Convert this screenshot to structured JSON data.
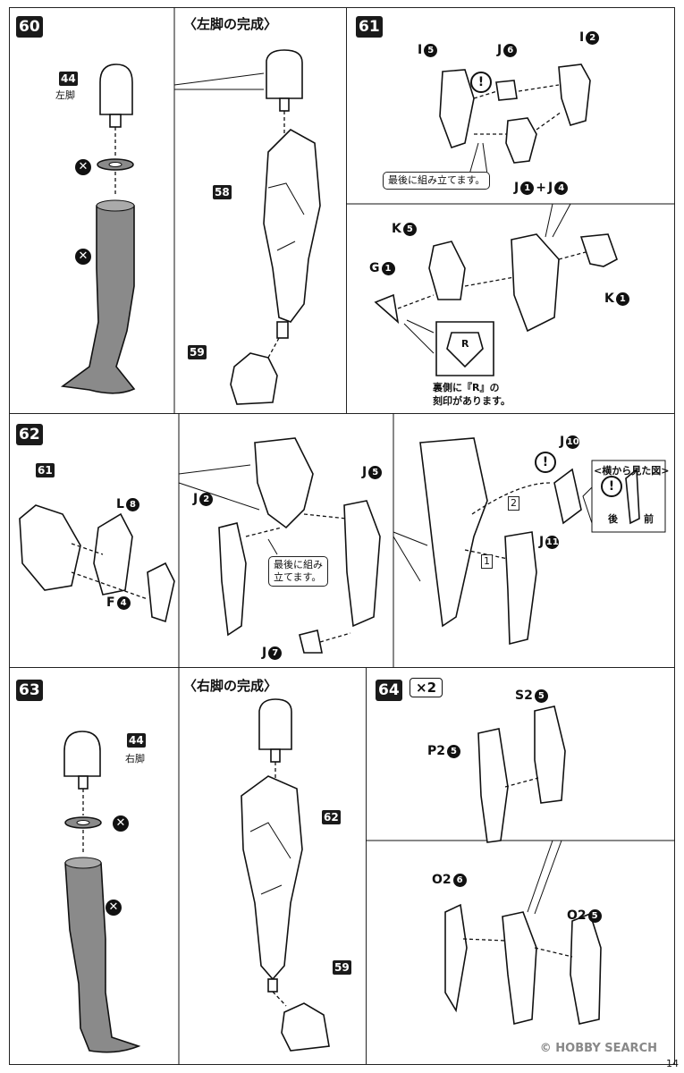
{
  "steps": {
    "s60": {
      "no": "60",
      "title": "〈左脚の完成〉",
      "part44": "44",
      "part44_label": "左脚",
      "part58": "58",
      "part59": "59"
    },
    "s61": {
      "no": "61",
      "labels": {
        "i5": "I",
        "i5n": "5",
        "j6": "J",
        "j6n": "6",
        "i2": "I",
        "i2n": "2",
        "jj": "J",
        "jjn1": "1",
        "plus": "+",
        "jj2": "J",
        "jjn2": "4",
        "k5": "K",
        "k5n": "5",
        "g1": "G",
        "g1n": "1",
        "k1": "K",
        "k1n": "1"
      },
      "note1": "最後に組み立てます。",
      "note2a": "裏側に『R』の",
      "note2b": "刻印があります。",
      "stamp": "R"
    },
    "s62": {
      "no": "62",
      "box61": "61",
      "labels": {
        "l8": "L",
        "l8n": "8",
        "f4": "F",
        "f4n": "4",
        "j2": "J",
        "j2n": "2",
        "j5": "J",
        "j5n": "5",
        "j7": "J",
        "j7n": "7",
        "j10": "J",
        "j10n": "10",
        "j11": "J",
        "j11n": "11"
      },
      "note1a": "最後に組み",
      "note1b": "立てます。",
      "side_title": "<横から見た図>",
      "front": "前",
      "back": "後",
      "tag1": "1",
      "tag2": "2"
    },
    "s63": {
      "no": "63",
      "title": "〈右脚の完成〉",
      "part44": "44",
      "part44_label": "右脚",
      "part62": "62",
      "part59": "59"
    },
    "s64": {
      "no": "64",
      "mult": "×2",
      "labels": {
        "s2": "S2",
        "s2n": "5",
        "p2": "P2",
        "p2n": "5",
        "o2a": "O2",
        "o2an": "6",
        "o2b": "O2",
        "o2bn": "5"
      }
    }
  },
  "footer": {
    "watermark": "© HOBBY SEARCH",
    "page": "14"
  }
}
